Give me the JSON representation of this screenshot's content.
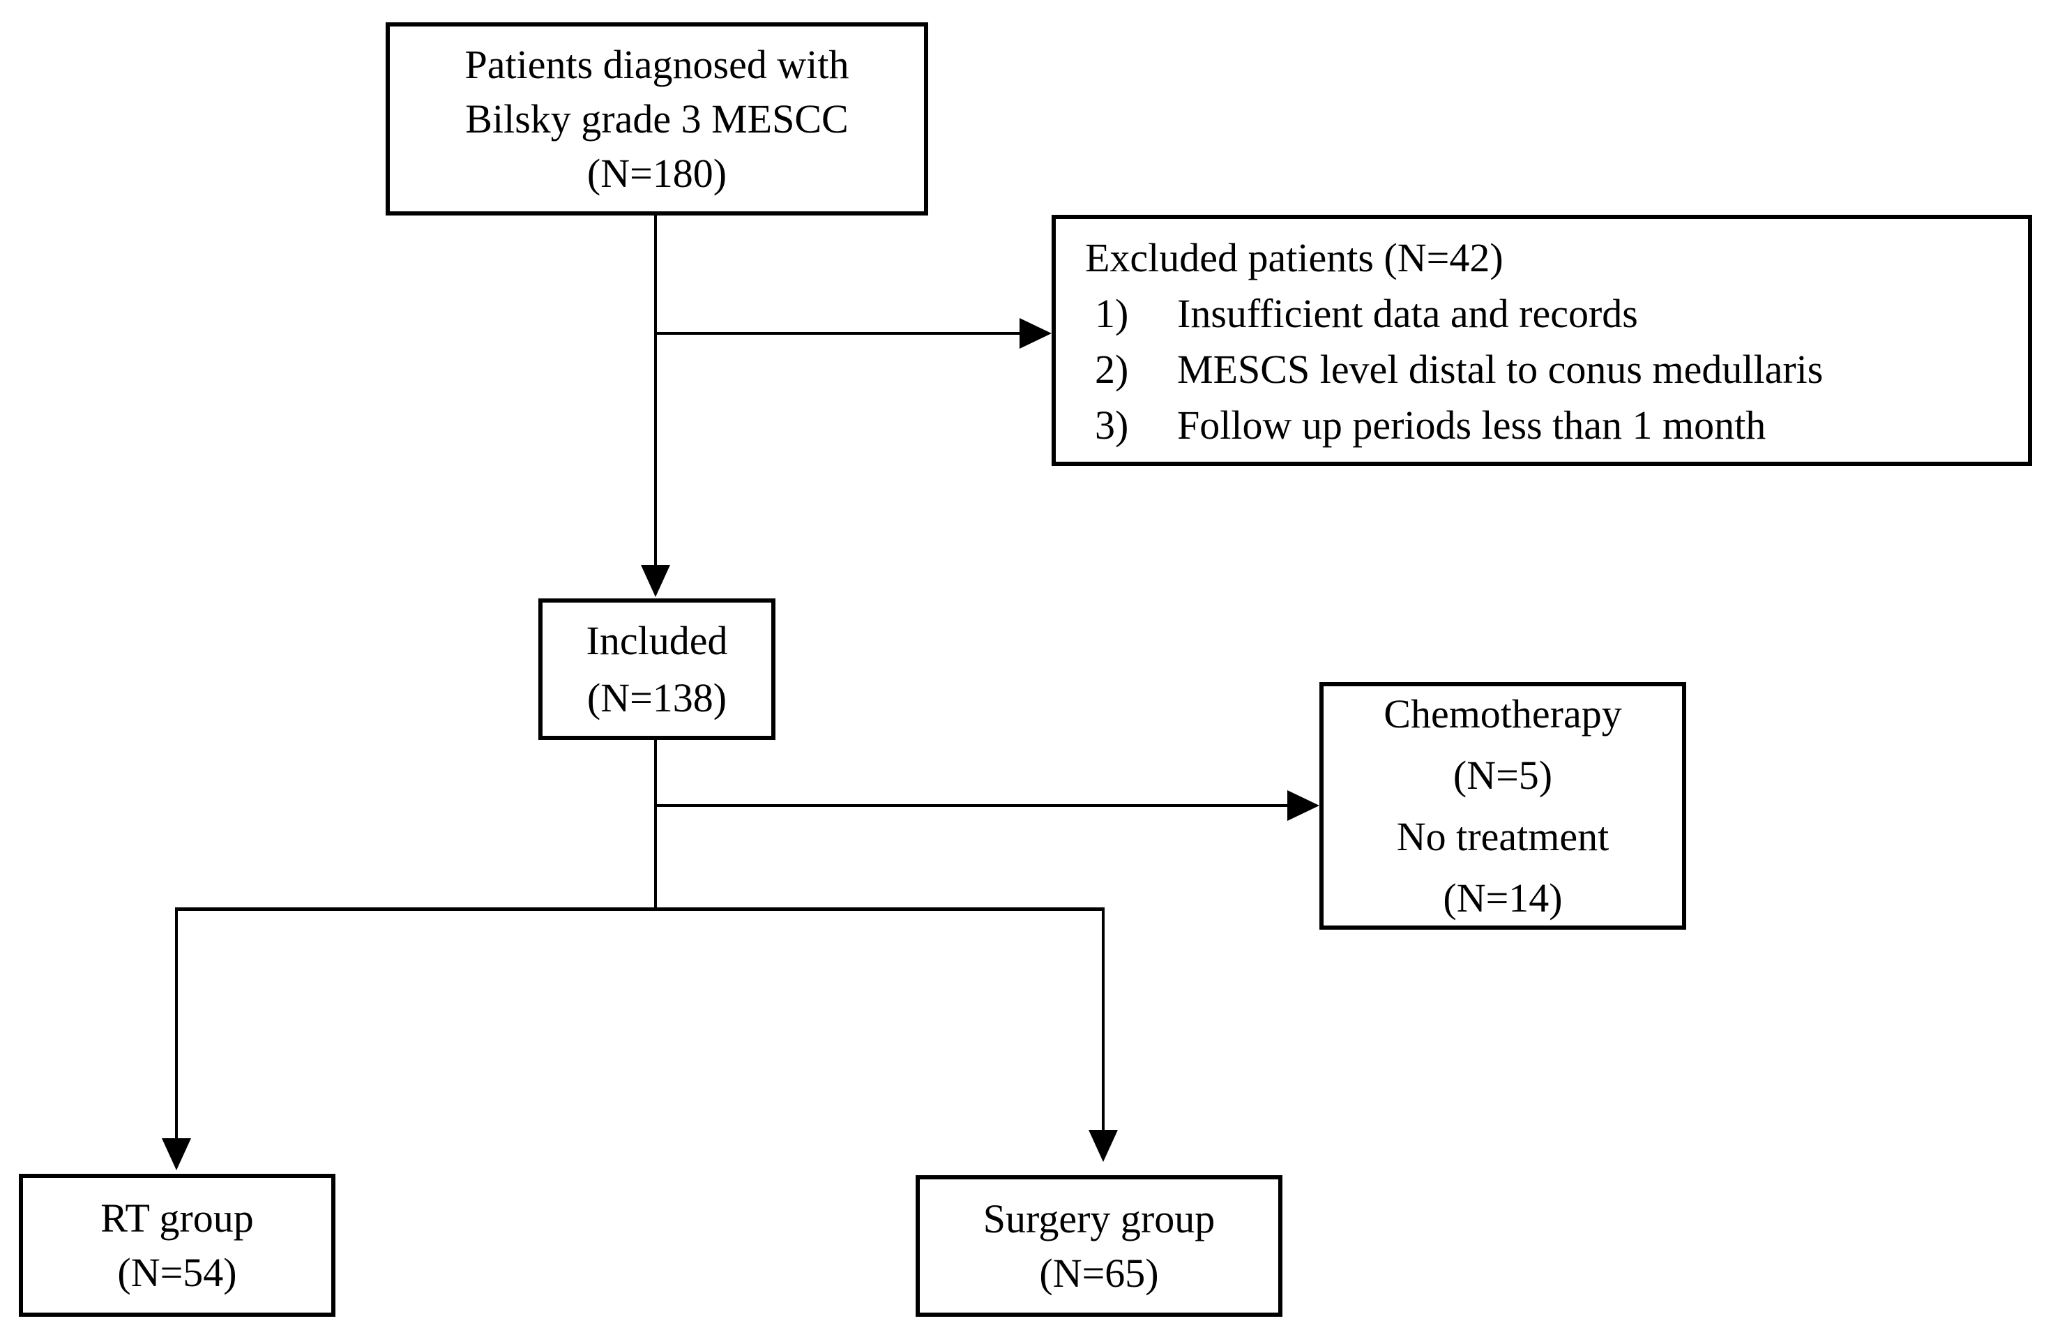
{
  "diagram": {
    "background_color": "#ffffff",
    "line_color": "#000000",
    "boxes": {
      "source": {
        "line1": "Patients diagnosed with",
        "line2": "Bilsky grade 3 MESCC",
        "line3": "(N=180)"
      },
      "excluded": {
        "title": "Excluded patients (N=42)",
        "items": [
          {
            "num": "1)",
            "text": "Insufficient data and records"
          },
          {
            "num": "2)",
            "text": "MESCS level distal to conus medullaris"
          },
          {
            "num": "3)",
            "text": "Follow up periods less than 1 month"
          }
        ]
      },
      "included": {
        "line1": "Included",
        "line2": "(N=138)"
      },
      "chemo": {
        "line1": "Chemotherapy",
        "line2": "(N=5)",
        "line3": "No treatment",
        "line4": "(N=14)"
      },
      "rt": {
        "line1": "RT group",
        "line2": "(N=54)"
      },
      "surgery": {
        "line1": "Surgery group",
        "line2": "(N=65)"
      }
    }
  }
}
